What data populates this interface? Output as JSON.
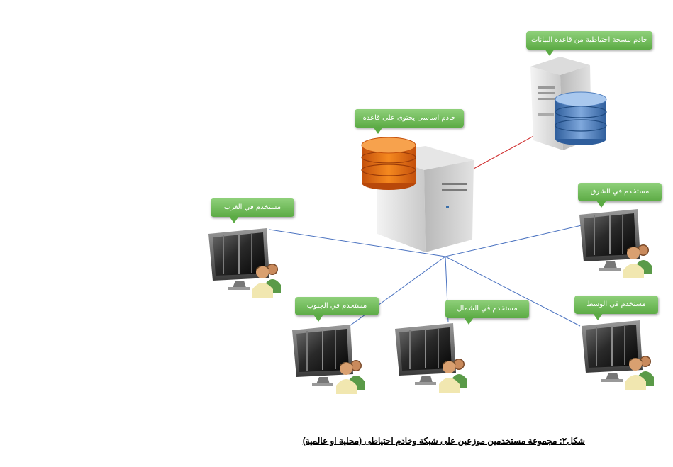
{
  "nodes": {
    "backup_server": "خادم بنسخة احتياطية من قاعدة البيانات",
    "main_server": "خادم اساسى يحتوى على قاعدة",
    "user_west": "مستخدم في الغرب",
    "user_east": "مستخدم في الشرق",
    "user_south": "مستخدم في الجنوب",
    "user_north": "مستخدم في الشمال",
    "user_middle": "مستخدم في الوسط"
  },
  "caption": "شكل٢: مجموعة مستخدمين موزعين على شبكة وخادم احتياطى (محلية او عالمية)",
  "colors": {
    "callout": "#6fbf55",
    "network_line": "#4a72c0",
    "backup_link": "#d03030",
    "main_db": "#e8701a",
    "backup_db": "#4f7fbf"
  }
}
